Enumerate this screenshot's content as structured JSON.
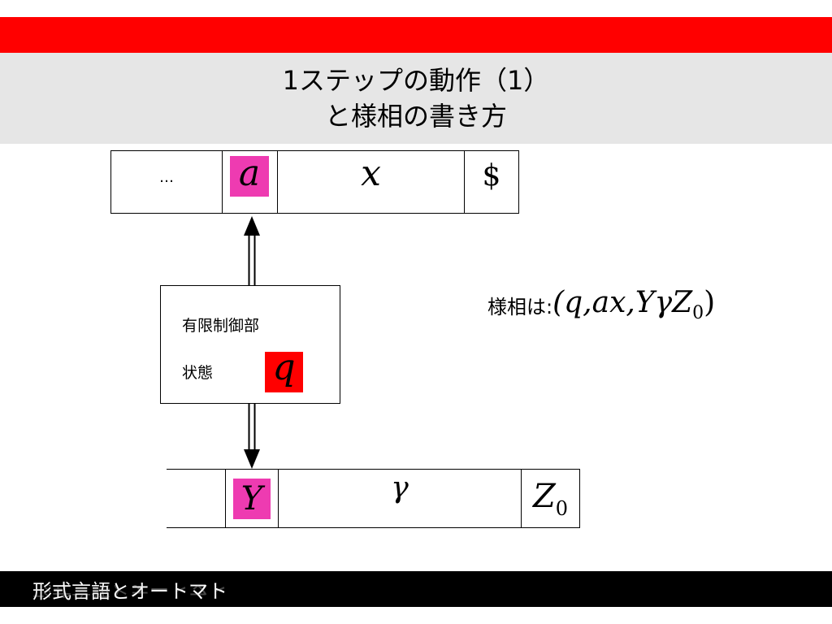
{
  "slide": {
    "title_line1": "1ステップの動作（1）",
    "title_line2": "と様相の書き方",
    "footer": "形式言語とオートマト"
  },
  "input_tape": {
    "cells": [
      "…",
      "a",
      "x",
      "$"
    ],
    "highlight_color": "#ee3bb1"
  },
  "control_unit": {
    "label": "有限制御部",
    "state_label": "状態",
    "state": "q",
    "state_color": "#ff0000"
  },
  "stack_tape": {
    "cells": [
      "",
      "Y",
      "γ",
      "Z",
      "0"
    ],
    "highlight_color": "#ee3bb1"
  },
  "configuration": {
    "label": "様相は:",
    "expression": "(q,ax,YγZ",
    "subscript": "0",
    "close": ")"
  }
}
